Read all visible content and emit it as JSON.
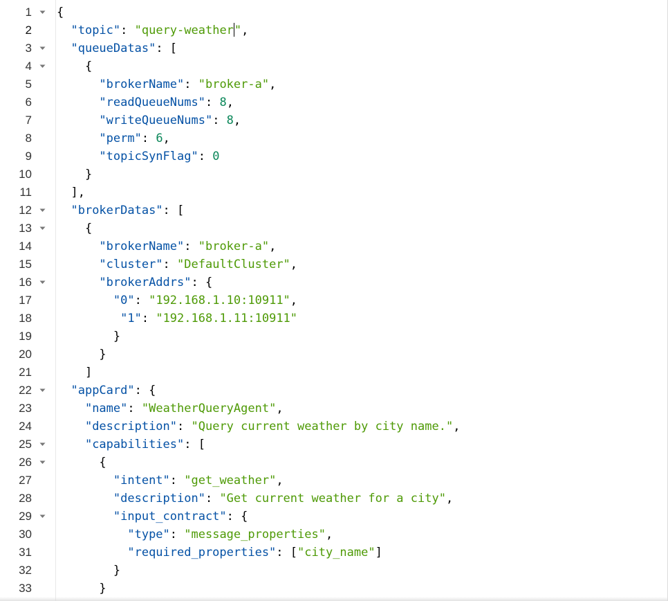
{
  "editor": {
    "active_line": 2,
    "lines": [
      {
        "n": "1",
        "fold": true,
        "indent": "",
        "tokens": [
          {
            "c": "p",
            "t": "{"
          }
        ]
      },
      {
        "n": "2",
        "fold": false,
        "indent": "  ",
        "tokens": [
          {
            "c": "k",
            "t": "\"topic\""
          },
          {
            "c": "p",
            "t": ": "
          },
          {
            "c": "s",
            "t": "\"query-weather"
          },
          {
            "c": "caret",
            "t": ""
          },
          {
            "c": "s",
            "t": "\""
          },
          {
            "c": "p",
            "t": ","
          }
        ]
      },
      {
        "n": "3",
        "fold": true,
        "indent": "  ",
        "tokens": [
          {
            "c": "k",
            "t": "\"queueDatas\""
          },
          {
            "c": "p",
            "t": ": ["
          }
        ]
      },
      {
        "n": "4",
        "fold": true,
        "indent": "    ",
        "tokens": [
          {
            "c": "p",
            "t": "{"
          }
        ]
      },
      {
        "n": "5",
        "fold": false,
        "indent": "      ",
        "tokens": [
          {
            "c": "k",
            "t": "\"brokerName\""
          },
          {
            "c": "p",
            "t": ": "
          },
          {
            "c": "s",
            "t": "\"broker-a\""
          },
          {
            "c": "p",
            "t": ","
          }
        ]
      },
      {
        "n": "6",
        "fold": false,
        "indent": "      ",
        "tokens": [
          {
            "c": "k",
            "t": "\"readQueueNums\""
          },
          {
            "c": "p",
            "t": ": "
          },
          {
            "c": "n",
            "t": "8"
          },
          {
            "c": "p",
            "t": ","
          }
        ]
      },
      {
        "n": "7",
        "fold": false,
        "indent": "      ",
        "tokens": [
          {
            "c": "k",
            "t": "\"writeQueueNums\""
          },
          {
            "c": "p",
            "t": ": "
          },
          {
            "c": "n",
            "t": "8"
          },
          {
            "c": "p",
            "t": ","
          }
        ]
      },
      {
        "n": "8",
        "fold": false,
        "indent": "      ",
        "tokens": [
          {
            "c": "k",
            "t": "\"perm\""
          },
          {
            "c": "p",
            "t": ": "
          },
          {
            "c": "n",
            "t": "6"
          },
          {
            "c": "p",
            "t": ","
          }
        ]
      },
      {
        "n": "9",
        "fold": false,
        "indent": "      ",
        "tokens": [
          {
            "c": "k",
            "t": "\"topicSynFlag\""
          },
          {
            "c": "p",
            "t": ": "
          },
          {
            "c": "n",
            "t": "0"
          }
        ]
      },
      {
        "n": "10",
        "fold": false,
        "indent": "    ",
        "tokens": [
          {
            "c": "p",
            "t": "}"
          }
        ]
      },
      {
        "n": "11",
        "fold": false,
        "indent": "  ",
        "tokens": [
          {
            "c": "p",
            "t": "],"
          }
        ]
      },
      {
        "n": "12",
        "fold": true,
        "indent": "  ",
        "tokens": [
          {
            "c": "k",
            "t": "\"brokerDatas\""
          },
          {
            "c": "p",
            "t": ": ["
          }
        ]
      },
      {
        "n": "13",
        "fold": true,
        "indent": "    ",
        "tokens": [
          {
            "c": "p",
            "t": "{"
          }
        ]
      },
      {
        "n": "14",
        "fold": false,
        "indent": "      ",
        "tokens": [
          {
            "c": "k",
            "t": "\"brokerName\""
          },
          {
            "c": "p",
            "t": ": "
          },
          {
            "c": "s",
            "t": "\"broker-a\""
          },
          {
            "c": "p",
            "t": ","
          }
        ]
      },
      {
        "n": "15",
        "fold": false,
        "indent": "      ",
        "tokens": [
          {
            "c": "k",
            "t": "\"cluster\""
          },
          {
            "c": "p",
            "t": ": "
          },
          {
            "c": "s",
            "t": "\"DefaultCluster\""
          },
          {
            "c": "p",
            "t": ","
          }
        ]
      },
      {
        "n": "16",
        "fold": true,
        "indent": "      ",
        "tokens": [
          {
            "c": "k",
            "t": "\"brokerAddrs\""
          },
          {
            "c": "p",
            "t": ": {"
          }
        ]
      },
      {
        "n": "17",
        "fold": false,
        "indent": "        ",
        "tokens": [
          {
            "c": "k",
            "t": "\"0\""
          },
          {
            "c": "p",
            "t": ": "
          },
          {
            "c": "s",
            "t": "\"192.168.1.10:10911\""
          },
          {
            "c": "p",
            "t": ","
          }
        ]
      },
      {
        "n": "18",
        "fold": false,
        "indent": "         ",
        "tokens": [
          {
            "c": "k",
            "t": "\"1\""
          },
          {
            "c": "p",
            "t": ": "
          },
          {
            "c": "s",
            "t": "\"192.168.1.11:10911\""
          }
        ]
      },
      {
        "n": "19",
        "fold": false,
        "indent": "        ",
        "tokens": [
          {
            "c": "p",
            "t": "}"
          }
        ]
      },
      {
        "n": "20",
        "fold": false,
        "indent": "      ",
        "tokens": [
          {
            "c": "p",
            "t": "}"
          }
        ]
      },
      {
        "n": "21",
        "fold": false,
        "indent": "    ",
        "tokens": [
          {
            "c": "p",
            "t": "]"
          }
        ]
      },
      {
        "n": "22",
        "fold": true,
        "indent": "  ",
        "tokens": [
          {
            "c": "k",
            "t": "\"appCard\""
          },
          {
            "c": "p",
            "t": ": {"
          }
        ]
      },
      {
        "n": "23",
        "fold": false,
        "indent": "    ",
        "tokens": [
          {
            "c": "k",
            "t": "\"name\""
          },
          {
            "c": "p",
            "t": ": "
          },
          {
            "c": "s",
            "t": "\"WeatherQueryAgent\""
          },
          {
            "c": "p",
            "t": ","
          }
        ]
      },
      {
        "n": "24",
        "fold": false,
        "indent": "    ",
        "tokens": [
          {
            "c": "k",
            "t": "\"description\""
          },
          {
            "c": "p",
            "t": ": "
          },
          {
            "c": "s",
            "t": "\"Query current weather by city name.\""
          },
          {
            "c": "p",
            "t": ","
          }
        ]
      },
      {
        "n": "25",
        "fold": true,
        "indent": "    ",
        "tokens": [
          {
            "c": "k",
            "t": "\"capabilities\""
          },
          {
            "c": "p",
            "t": ": ["
          }
        ]
      },
      {
        "n": "26",
        "fold": true,
        "indent": "      ",
        "tokens": [
          {
            "c": "p",
            "t": "{"
          }
        ]
      },
      {
        "n": "27",
        "fold": false,
        "indent": "        ",
        "tokens": [
          {
            "c": "k",
            "t": "\"intent\""
          },
          {
            "c": "p",
            "t": ": "
          },
          {
            "c": "s",
            "t": "\"get_weather\""
          },
          {
            "c": "p",
            "t": ","
          }
        ]
      },
      {
        "n": "28",
        "fold": false,
        "indent": "        ",
        "tokens": [
          {
            "c": "k",
            "t": "\"description\""
          },
          {
            "c": "p",
            "t": ": "
          },
          {
            "c": "s",
            "t": "\"Get current weather for a city\""
          },
          {
            "c": "p",
            "t": ","
          }
        ]
      },
      {
        "n": "29",
        "fold": true,
        "indent": "        ",
        "tokens": [
          {
            "c": "k",
            "t": "\"input_contract\""
          },
          {
            "c": "p",
            "t": ": {"
          }
        ]
      },
      {
        "n": "30",
        "fold": false,
        "indent": "          ",
        "tokens": [
          {
            "c": "k",
            "t": "\"type\""
          },
          {
            "c": "p",
            "t": ": "
          },
          {
            "c": "s",
            "t": "\"message_properties\""
          },
          {
            "c": "p",
            "t": ","
          }
        ]
      },
      {
        "n": "31",
        "fold": false,
        "indent": "          ",
        "tokens": [
          {
            "c": "k",
            "t": "\"required_properties\""
          },
          {
            "c": "p",
            "t": ": ["
          },
          {
            "c": "s",
            "t": "\"city_name\""
          },
          {
            "c": "p",
            "t": "]"
          }
        ]
      },
      {
        "n": "32",
        "fold": false,
        "indent": "        ",
        "tokens": [
          {
            "c": "p",
            "t": "}"
          }
        ]
      },
      {
        "n": "33",
        "fold": false,
        "indent": "      ",
        "tokens": [
          {
            "c": "p",
            "t": "}"
          }
        ]
      }
    ]
  },
  "colors": {
    "key": "#0451a5",
    "string": "#4e9a06",
    "number": "#098658",
    "punctuation": "#000000",
    "line_number": "#333333"
  }
}
